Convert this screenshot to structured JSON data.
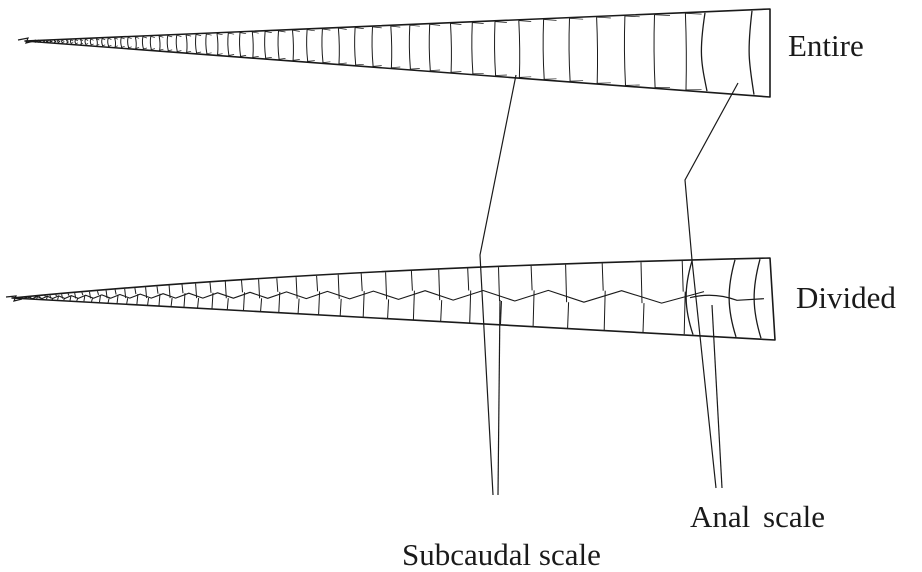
{
  "diagram": {
    "labels": {
      "entire": "Entire",
      "divided": "Divided",
      "anal_scale": "Anal  scale",
      "subcaudal_scale": "Subcaudal scale"
    },
    "tails": [
      {
        "id": "entire",
        "anal_plate": "entire",
        "subcaudals": "single row"
      },
      {
        "id": "divided",
        "anal_plate": "divided",
        "subcaudals": "paired rows"
      }
    ],
    "colors": {
      "ink": "#1a1a1a",
      "background": "#ffffff"
    }
  }
}
